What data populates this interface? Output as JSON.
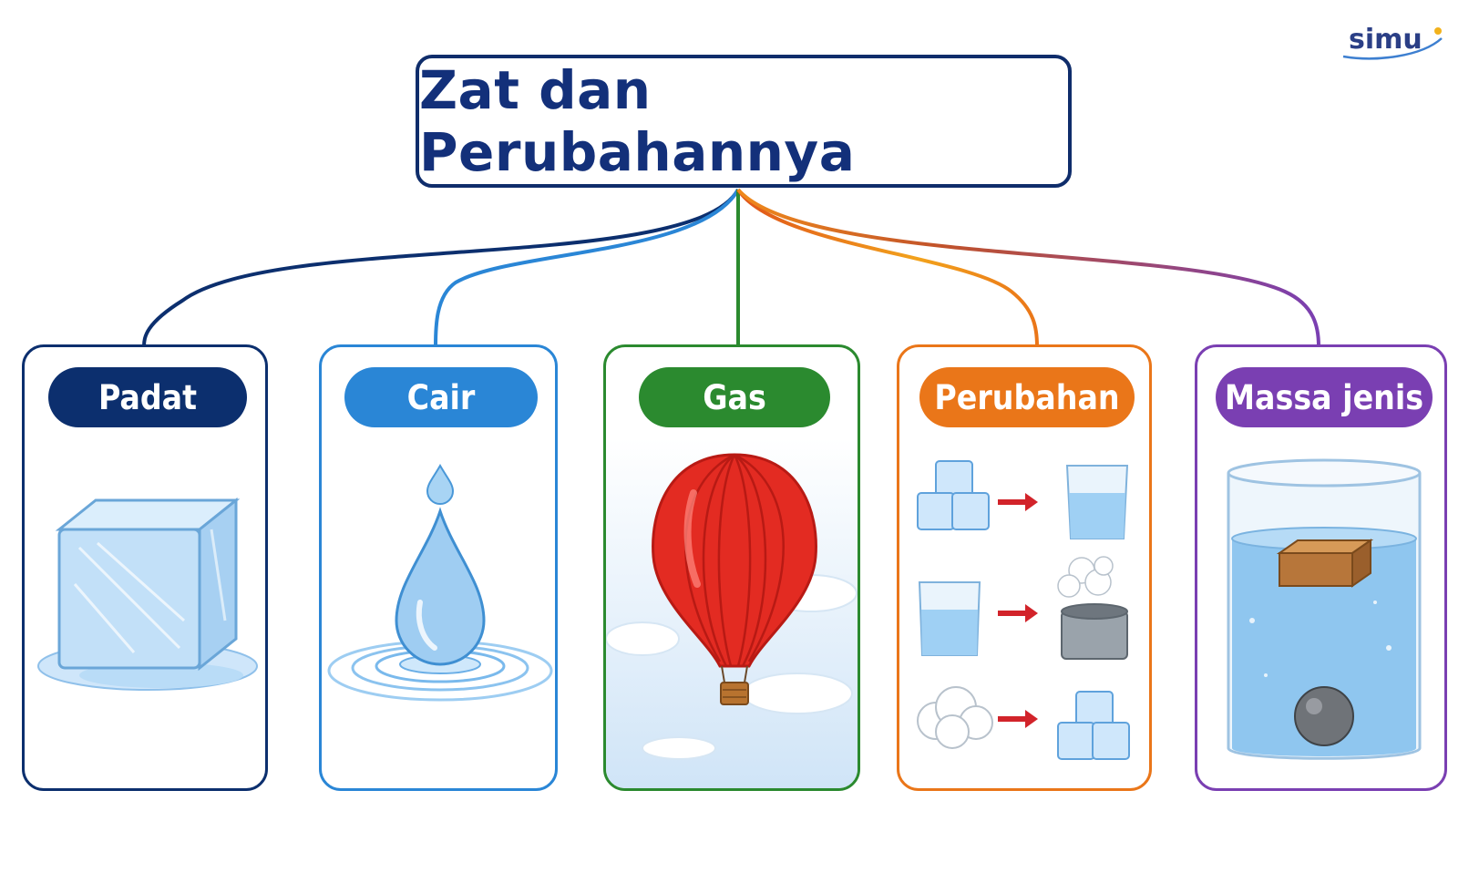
{
  "title": "Zat dan Perubahannya",
  "logo": {
    "text": "simu"
  },
  "colors": {
    "title_border": "#0f2d6b",
    "padat": "#0c2f6e",
    "cair": "#2a86d6",
    "gas": "#2b8a2f",
    "perubahan": "#ea7619",
    "massa_jenis": "#7a3fb2"
  },
  "cards": [
    {
      "label": "Padat",
      "icon": "ice-cube-icon"
    },
    {
      "label": "Cair",
      "icon": "water-drop-icon"
    },
    {
      "label": "Gas",
      "icon": "hot-air-balloon-icon"
    },
    {
      "label": "Perubahan",
      "icon": "state-change-icon"
    },
    {
      "label": "Massa jenis",
      "icon": "density-beaker-icon"
    }
  ]
}
